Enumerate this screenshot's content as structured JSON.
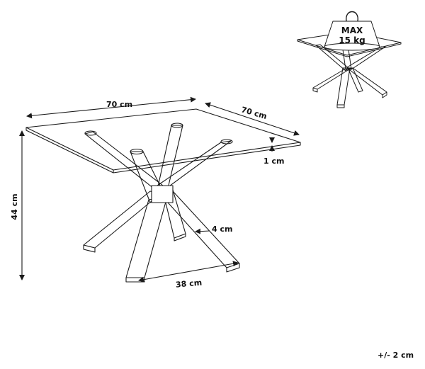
{
  "colors": {
    "line": "#1a1a1a",
    "background": "#ffffff"
  },
  "dimensions": {
    "width": "70 cm",
    "depth": "70 cm",
    "height": "44 cm",
    "glass_thickness": "1 cm",
    "leg_width": "4 cm",
    "leg_spread": "38 cm",
    "tolerance": "+/- 2 cm"
  },
  "load": {
    "max_label": "MAX",
    "weight": "15 kg"
  },
  "icons": [
    "weight-icon",
    "table-drawing"
  ]
}
